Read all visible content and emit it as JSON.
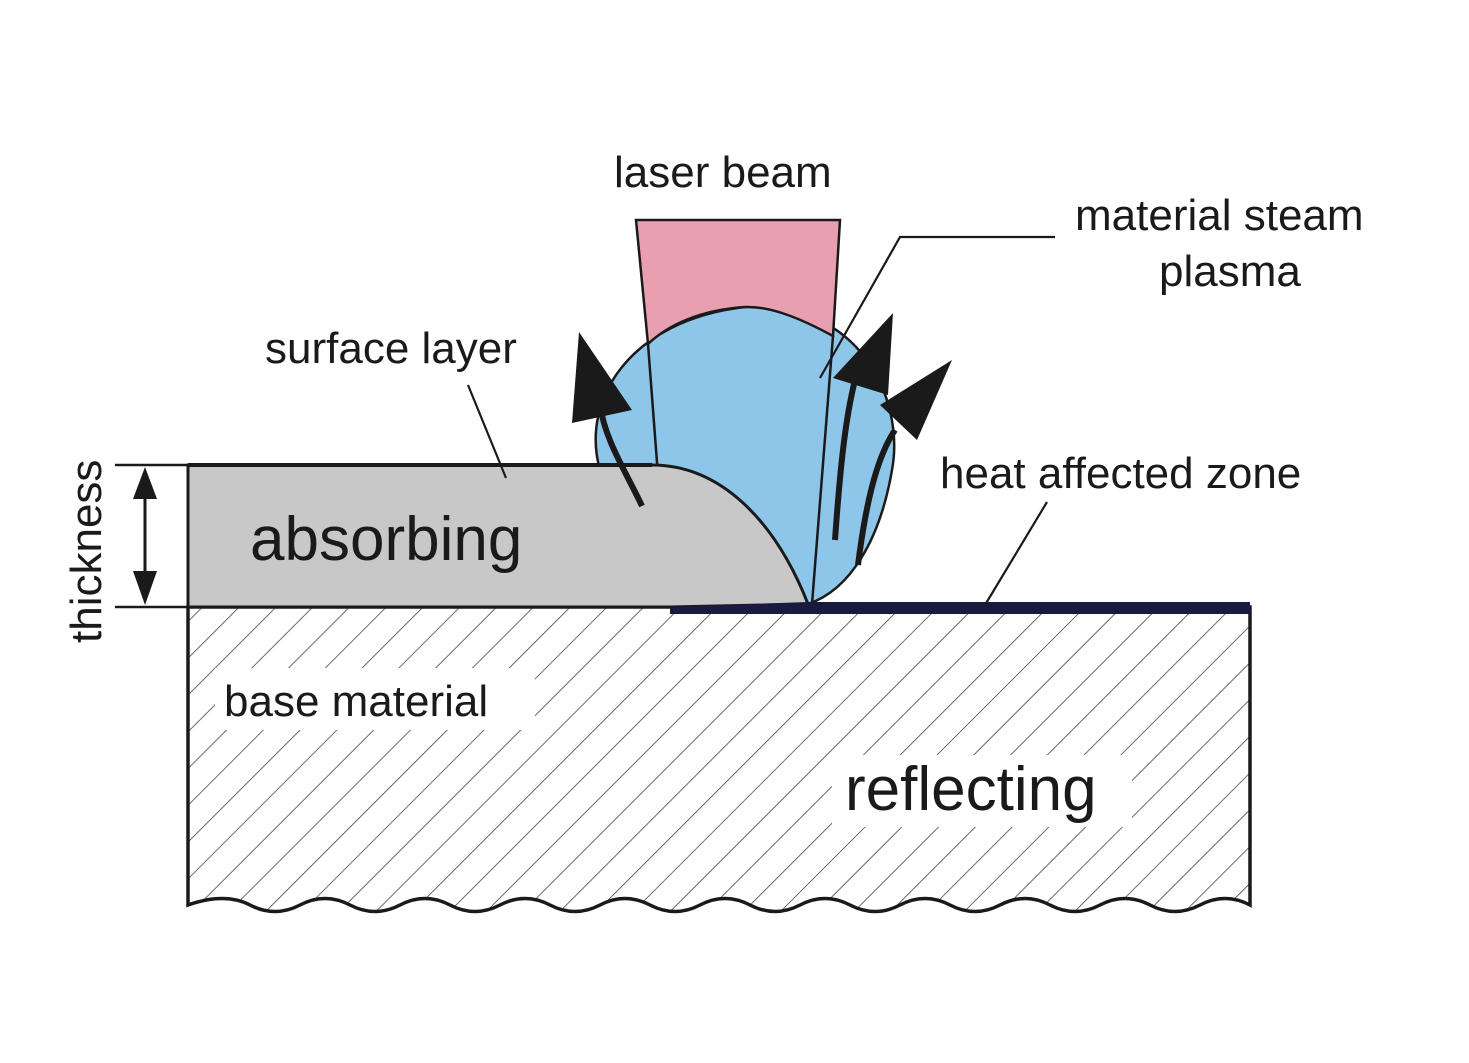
{
  "labels": {
    "laser_beam": "laser beam",
    "material_steam_line1": "material steam",
    "material_steam_line2": "plasma",
    "surface_layer": "surface layer",
    "heat_affected_zone": "heat affected zone",
    "thickness": "thickness",
    "absorbing": "absorbing",
    "base_material": "base material",
    "reflecting": "reflecting"
  },
  "colors": {
    "laser_beam_fill": "#e8a0b0",
    "plasma_fill": "#8ec6ea",
    "absorbing_fill": "#c8c8c8",
    "hatch": "#444444",
    "outline": "#1a1a1a",
    "heat_zone": "#1a1a40"
  }
}
